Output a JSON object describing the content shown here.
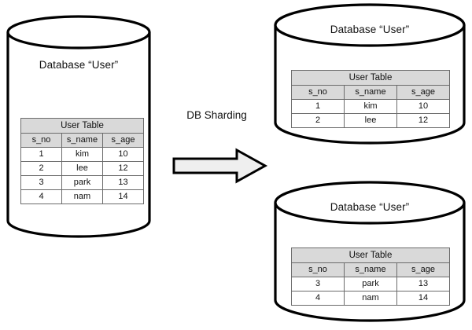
{
  "diagram": {
    "type": "db-sharding-diagram",
    "background": "#ffffff",
    "stroke_color": "#000000",
    "table_header_fill": "#d9d9d9",
    "arrow_fill": "#efefef",
    "process_label": "DB Sharding"
  },
  "table_schema": {
    "caption": "User Table",
    "columns": [
      "s_no",
      "s_name",
      "s_age"
    ]
  },
  "source_db": {
    "title": "Database “User”",
    "table": {
      "caption": "User Table",
      "columns": [
        "s_no",
        "s_name",
        "s_age"
      ],
      "rows": [
        [
          "1",
          "kim",
          "10"
        ],
        [
          "2",
          "lee",
          "12"
        ],
        [
          "3",
          "park",
          "13"
        ],
        [
          "4",
          "nam",
          "14"
        ]
      ]
    }
  },
  "shards": [
    {
      "title": "Database “User”",
      "table": {
        "caption": "User Table",
        "columns": [
          "s_no",
          "s_name",
          "s_age"
        ],
        "rows": [
          [
            "1",
            "kim",
            "10"
          ],
          [
            "2",
            "lee",
            "12"
          ]
        ]
      }
    },
    {
      "title": "Database “User”",
      "table": {
        "caption": "User Table",
        "columns": [
          "s_no",
          "s_name",
          "s_age"
        ],
        "rows": [
          [
            "3",
            "park",
            "13"
          ],
          [
            "4",
            "nam",
            "14"
          ]
        ]
      }
    }
  ]
}
